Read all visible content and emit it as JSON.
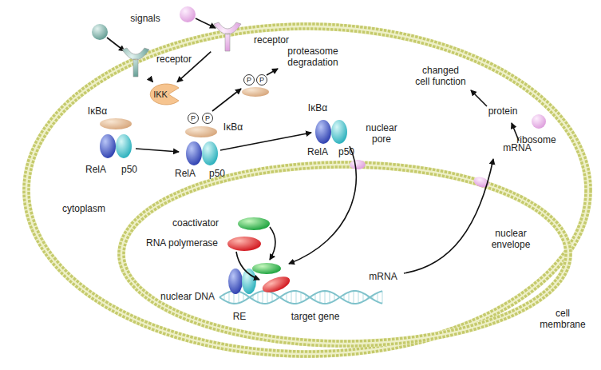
{
  "diagram": {
    "nodes": [
      {
        "text": [
          "receptor"
        ]
      },
      {
        "text": [
          "receptor"
        ]
      },
      {
        "text": [
          "IKK"
        ]
      },
      {
        "text": [
          "P"
        ]
      },
      {
        "text": [
          "P"
        ]
      },
      {
        "text": [
          "P"
        ]
      },
      {
        "text": [
          "P"
        ]
      }
    ],
    "edges": [
      {
        "from": 0,
        "to": 2,
        "arrow": "to"
      },
      {
        "from": 1,
        "to": 2,
        "arrow": "to"
      }
    ],
    "labels": [
      "signals",
      "IκBα",
      "RelA",
      "p50",
      "IκBα",
      "RelA",
      "p50",
      "proteasome degradation",
      "IκBα",
      "RelA",
      "p50",
      "nuclear pore",
      "coactivator",
      "RNA polymerase",
      "nuclear DNA",
      "RE",
      "target gene",
      "mRNA",
      "mRNA",
      "ribosome",
      "protein",
      "changed cell function",
      "cytoplasm",
      "nuclear envelope",
      "cell membrane"
    ]
  }
}
